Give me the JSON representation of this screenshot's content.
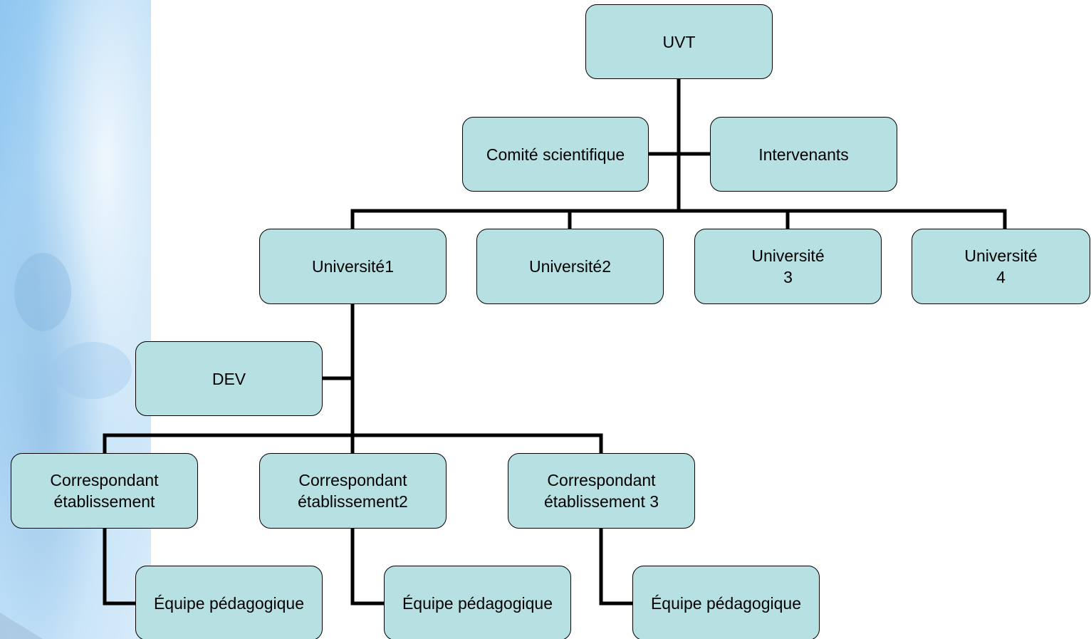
{
  "colors": {
    "box_fill": "#b7e0e3",
    "box_border": "#000000",
    "connector": "#000000",
    "side_panel": "#a9d3f2"
  },
  "nodes": {
    "uvt": "UVT",
    "comite": "Comité scientifique",
    "intervenants": "Intervenants",
    "universite1": "Université1",
    "universite2": "Université2",
    "universite3": "Université\n3",
    "universite4": "Université\n4",
    "dev": "DEV",
    "correspondant1": "Correspondant\nétablissement",
    "correspondant2": "Correspondant\nétablissement2",
    "correspondant3": "Correspondant\nétablissement 3",
    "equipe1": "Équipe pédagogique",
    "equipe2": "Équipe pédagogique",
    "equipe3": "Équipe pédagogique"
  }
}
